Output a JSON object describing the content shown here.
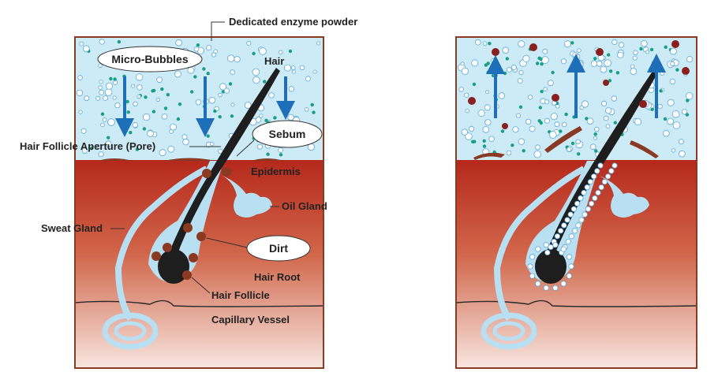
{
  "labels": {
    "enzyme_powder": "Dedicated enzyme powder",
    "micro_bubbles": "Micro-Bubbles",
    "hair": "Hair",
    "sebum": "Sebum",
    "pore": "Hair Follicle Aperture (Pore)",
    "epidermis": "Epidermis",
    "oil_gland": "Oil Gland",
    "sweat_gland": "Sweat Gland",
    "dirt": "Dirt",
    "hair_root": "Hair Root",
    "hair_follicle": "Hair Follicle",
    "capillary_vessel": "Capillary Vessel"
  },
  "colors": {
    "water": "#cdeaf7",
    "skin_top": "#b5281b",
    "skin_mid": "#d1664a",
    "skin_bottom": "#f7e6e0",
    "frame": "#8a3b22",
    "arrow": "#1d6fb8",
    "gland": "#b8dff2",
    "hair": "#1e1e1e",
    "dirt": "#8a3a22",
    "particle": "#16a085"
  }
}
